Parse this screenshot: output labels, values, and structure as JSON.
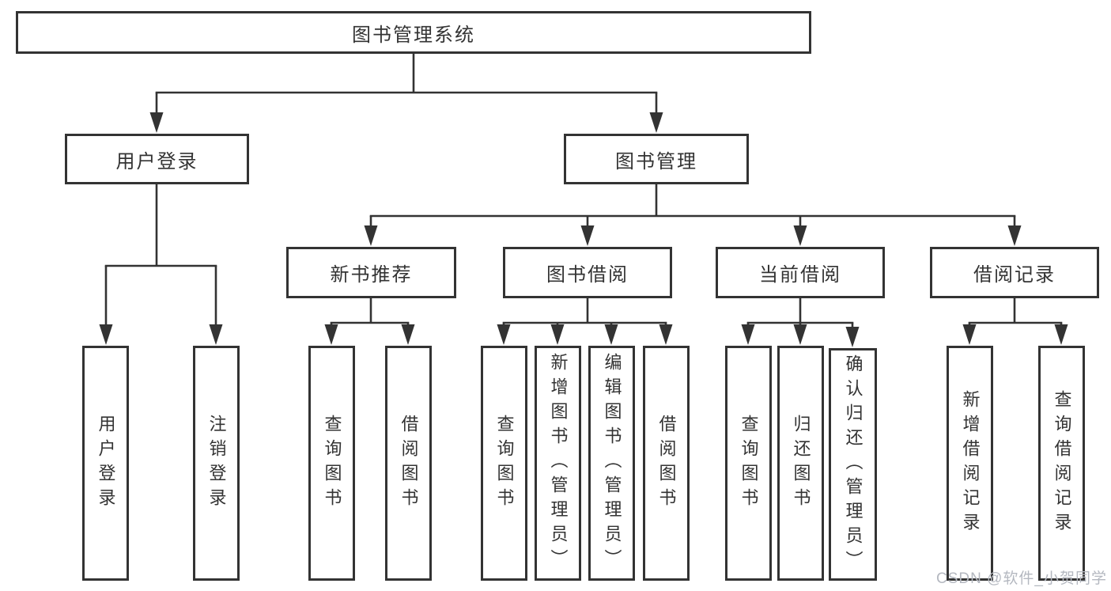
{
  "title": "图书管理系统",
  "watermark": "CSDN @软件_小贺同学",
  "colors": {
    "line": "#333333",
    "box_border": "#333333",
    "text": "#333333",
    "watermark_text": "#b4b8c0",
    "background": "#ffffff"
  },
  "tree": {
    "label": "图书管理系统",
    "children": [
      {
        "label": "用户登录",
        "children": [
          {
            "label": "用户登录"
          },
          {
            "label": "注销登录"
          }
        ]
      },
      {
        "label": "图书管理",
        "children": [
          {
            "label": "新书推荐",
            "children": [
              {
                "label": "查询图书"
              },
              {
                "label": "借阅图书"
              }
            ]
          },
          {
            "label": "图书借阅",
            "children": [
              {
                "label": "查询图书"
              },
              {
                "label": "新增图书（管理员）"
              },
              {
                "label": "编辑图书（管理员）"
              },
              {
                "label": "借阅图书"
              }
            ]
          },
          {
            "label": "当前借阅",
            "children": [
              {
                "label": "查询图书"
              },
              {
                "label": "归还图书"
              },
              {
                "label": "确认归还（管理员）"
              }
            ]
          },
          {
            "label": "借阅记录",
            "children": [
              {
                "label": "新增借阅记录"
              },
              {
                "label": "查询借阅记录"
              }
            ]
          }
        ]
      }
    ]
  }
}
